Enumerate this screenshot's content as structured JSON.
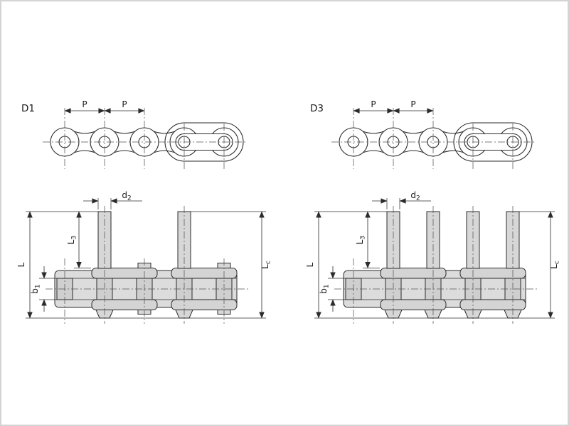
{
  "page": {
    "background": "#ffffff",
    "frame_border": "#d4d4d4",
    "line_color": "#2b2b2b",
    "fill_plate": "#dcdcdc",
    "fill_outer_plate": "#d4d4d4",
    "fill_roller": "#cfcfcf",
    "fill_pin": "#d7d7d7"
  },
  "diagrams": [
    {
      "title": "D1",
      "pitch_labels": [
        "P",
        "P"
      ],
      "dims": {
        "d2": {
          "main": "d",
          "sub": "2"
        },
        "L3": {
          "main": "L",
          "sub": "3"
        },
        "L": {
          "main": "L",
          "sub": ""
        },
        "b1": {
          "main": "b",
          "sub": "1"
        },
        "Lc": {
          "main": "L",
          "sub": "c"
        }
      }
    },
    {
      "title": "D3",
      "pitch_labels": [
        "P",
        "P"
      ],
      "dims": {
        "d2": {
          "main": "d",
          "sub": "2"
        },
        "L3": {
          "main": "L",
          "sub": "3"
        },
        "L": {
          "main": "L",
          "sub": ""
        },
        "b1": {
          "main": "b",
          "sub": "1"
        },
        "Lc": {
          "main": "L",
          "sub": "c"
        }
      }
    }
  ]
}
